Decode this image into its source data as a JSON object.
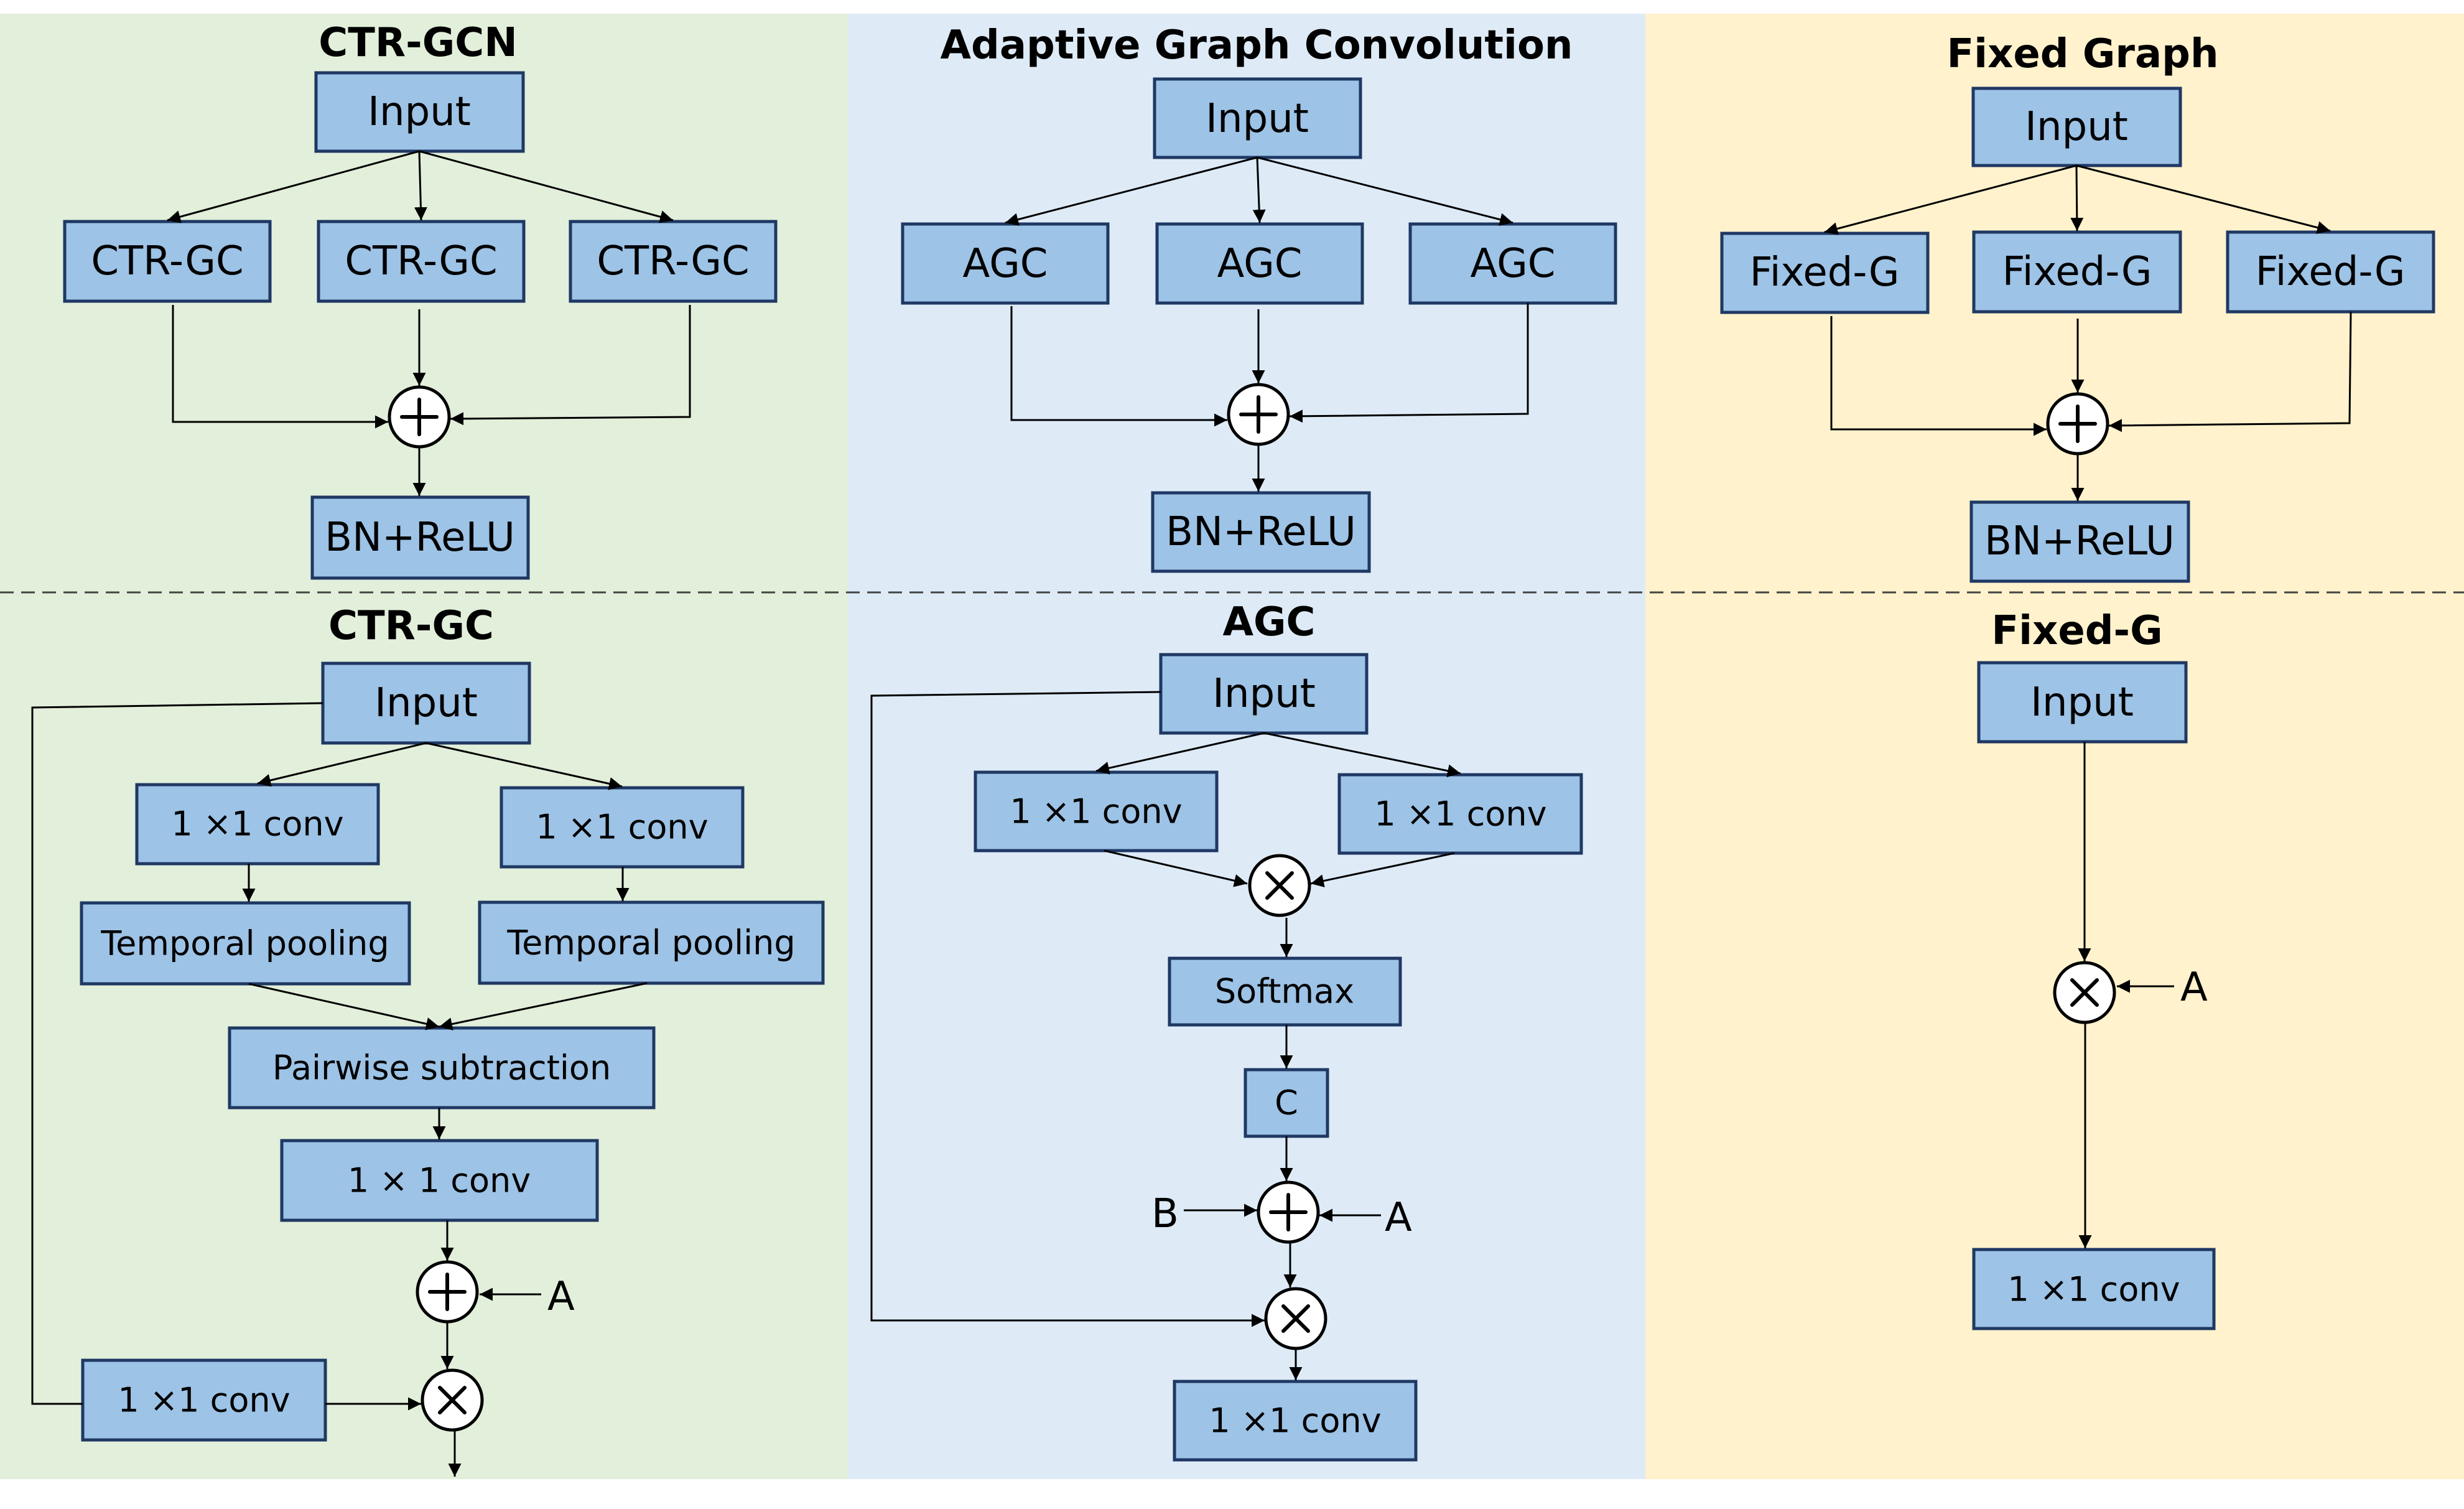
{
  "panels": {
    "ctr_gcn": {
      "title": "CTR-GCN",
      "input": "Input",
      "branch1": "CTR-GC",
      "branch2": "CTR-GC",
      "branch3": "CTR-GC",
      "output": "BN+ReLU"
    },
    "agc": {
      "title": "Adaptive Graph Convolution",
      "input": "Input",
      "branch1": "AGC",
      "branch2": "AGC",
      "branch3": "AGC",
      "output": "BN+ReLU"
    },
    "fixed": {
      "title": "Fixed Graph",
      "input": "Input",
      "branch1": "Fixed-G",
      "branch2": "Fixed-G",
      "branch3": "Fixed-G",
      "output": "BN+ReLU"
    }
  },
  "details": {
    "ctr_gc": {
      "title": "CTR-GC",
      "input": "Input",
      "conv_left": "1 ×1 conv",
      "conv_right": "1 ×1 conv",
      "pool_left": "Temporal pooling",
      "pool_right": "Temporal pooling",
      "pairwise": "Pairwise subtraction",
      "conv_mid": "1 × 1 conv",
      "add_label": "A",
      "conv_skip": "1 ×1 conv"
    },
    "agc": {
      "title": "AGC",
      "input": "Input",
      "conv_left": "1 ×1 conv",
      "conv_right": "1 ×1 conv",
      "softmax": "Softmax",
      "c": "C",
      "b_label": "B",
      "a_label": "A",
      "conv_out": "1 ×1 conv"
    },
    "fixed_g": {
      "title": "Fixed-G",
      "input": "Input",
      "a_label": "A",
      "conv_out": "1 ×1 conv"
    }
  },
  "colors": {
    "panel_green": "#e2efda",
    "panel_blue": "#deebf7",
    "panel_yellow": "#fff2cc",
    "box_fill": "#9dc3e6",
    "box_border": "#1f3864"
  }
}
